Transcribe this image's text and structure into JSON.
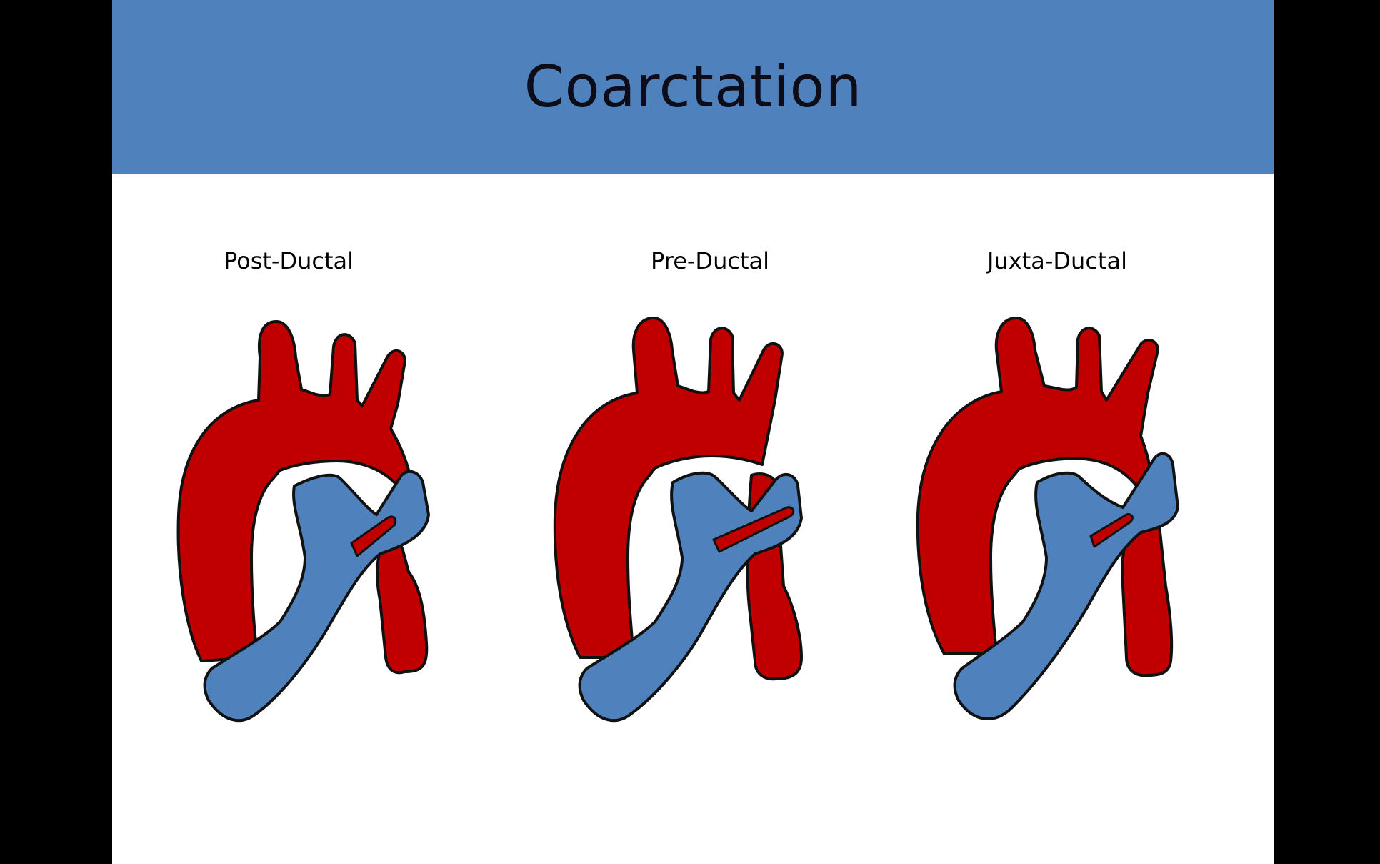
{
  "slide": {
    "title": "Coarctation"
  },
  "colors": {
    "title_bar": "#4f81bd",
    "aorta": "#c00000",
    "pulmonary": "#4f81bd",
    "outline": "#111111",
    "background": "#ffffff"
  },
  "diagrams": [
    {
      "label": "Post-Ductal"
    },
    {
      "label": "Pre-Ductal"
    },
    {
      "label": "Juxta-Ductal"
    }
  ]
}
